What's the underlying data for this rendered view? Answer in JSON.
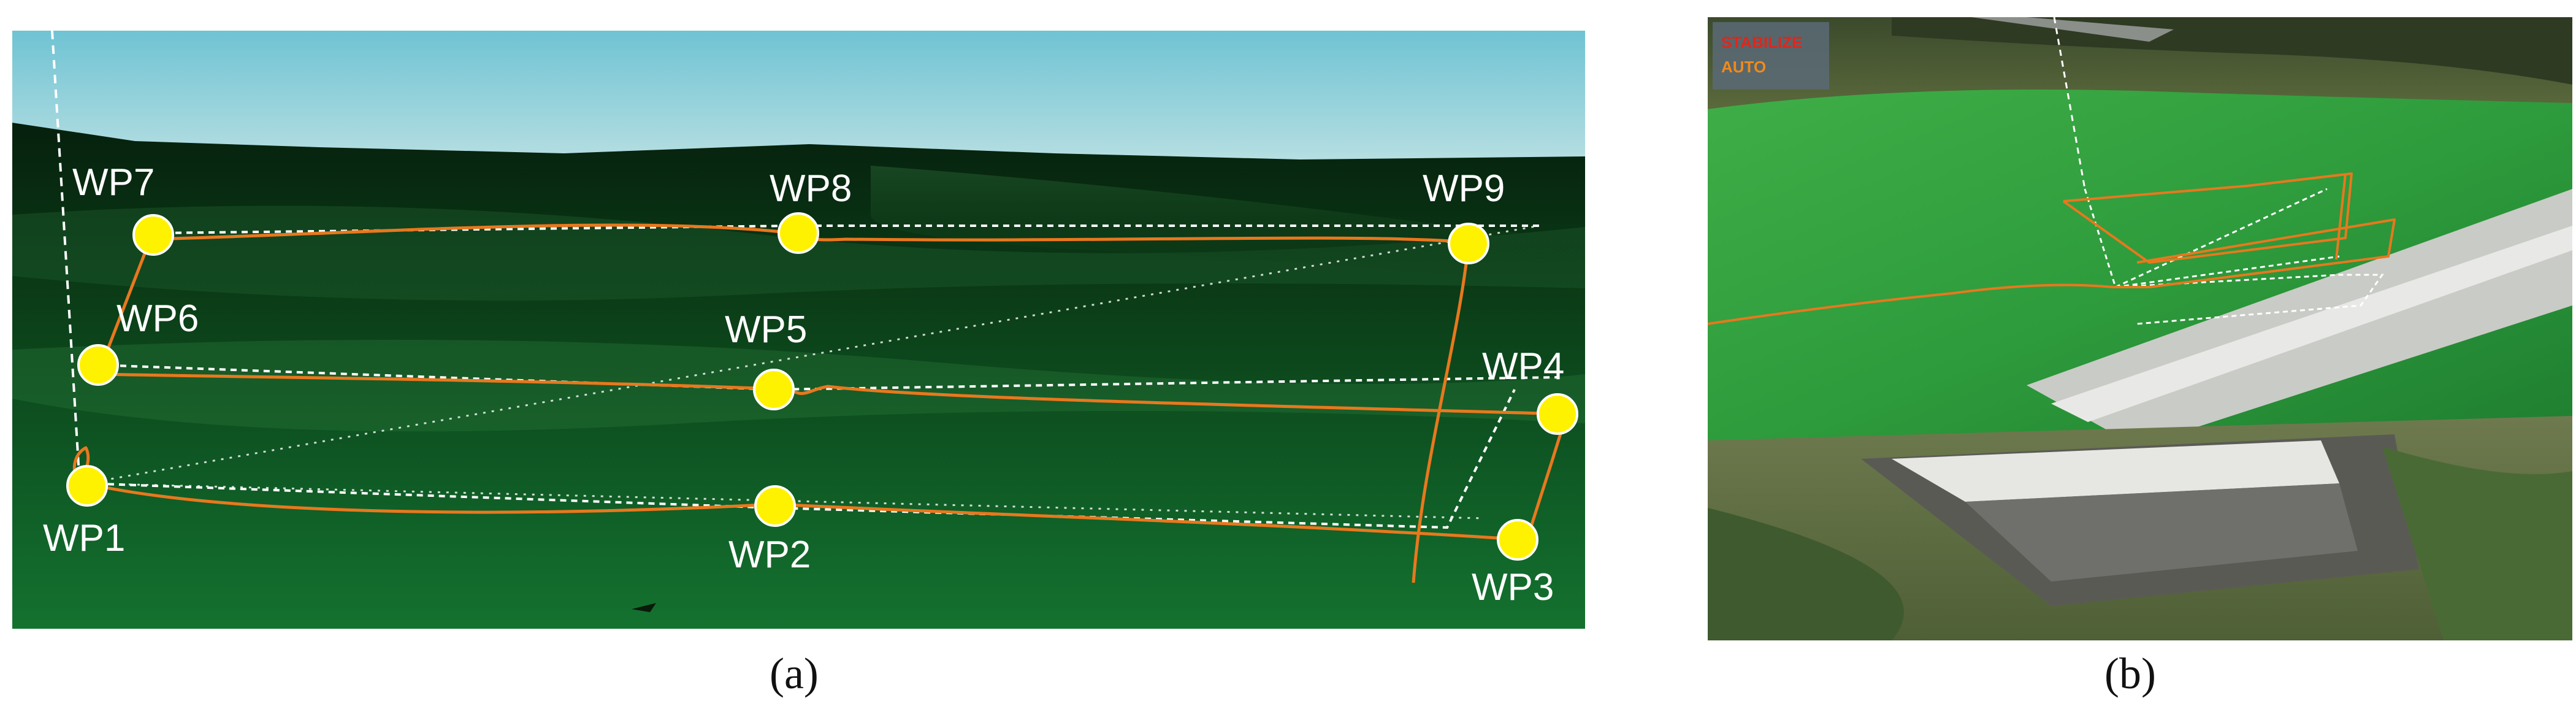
{
  "panel_a": {
    "caption": "(a)",
    "waypoints": [
      {
        "label": "WP1"
      },
      {
        "label": "WP2"
      },
      {
        "label": "WP3"
      },
      {
        "label": "WP4"
      },
      {
        "label": "WP5"
      },
      {
        "label": "WP6"
      },
      {
        "label": "WP7"
      },
      {
        "label": "WP8"
      },
      {
        "label": "WP9"
      }
    ]
  },
  "panel_b": {
    "caption": "(b)",
    "hud": {
      "mode_primary": "STABILIZE",
      "mode_secondary": "AUTO"
    }
  },
  "colors": {
    "waypoint_fill": "#fff200",
    "flight_track": "#e8781e",
    "planned_route": "#ffffff",
    "hud_mode_primary": "#e0261c",
    "hud_mode_secondary": "#f08a1c"
  }
}
